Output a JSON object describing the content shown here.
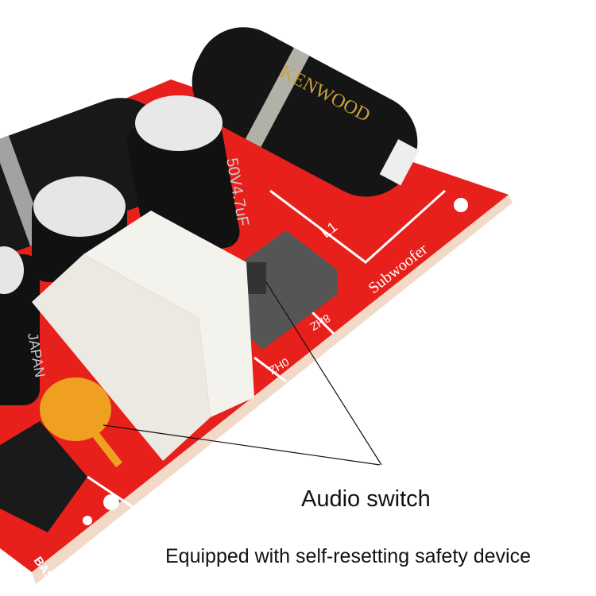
{
  "annotations": {
    "switch_label": "Audio switch",
    "safety_label": "Equipped with self-resetting safety device"
  },
  "board_markings": {
    "brand": "KENWOOD",
    "output": "Subwoofer",
    "input": "BASS",
    "switch_pos_a": "8HZ",
    "switch_pos_b": "0HZ",
    "inductor": "L1",
    "capacitor_rating": "50V4.7uF",
    "capacitor_origin": "JAPAN"
  },
  "colors": {
    "pcb": "#e8201c",
    "component_black": "#151515",
    "resistor_white": "#f2f0ea",
    "fuse_yellow": "#f0a020",
    "switch_gray": "#555"
  }
}
